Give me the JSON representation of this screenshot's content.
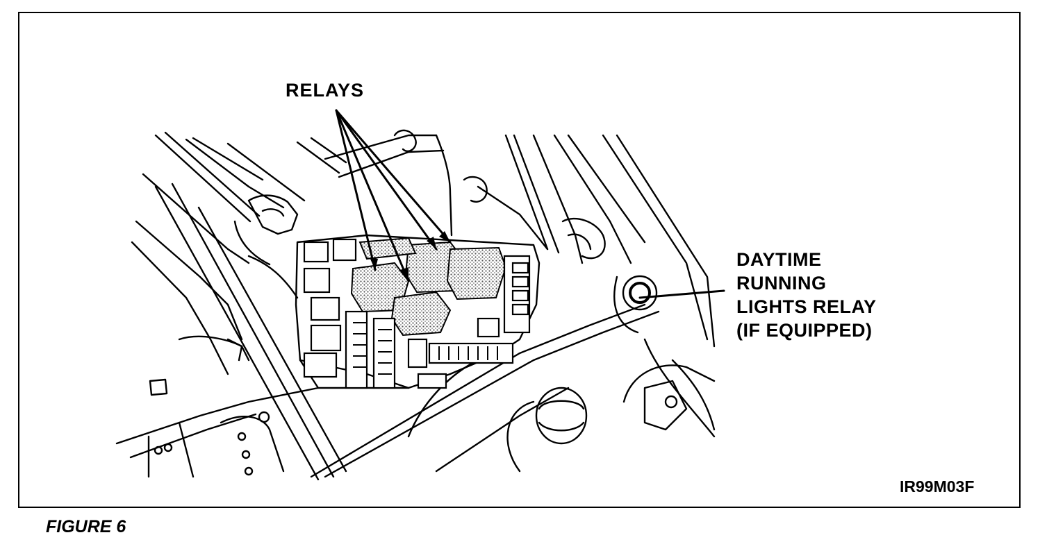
{
  "labels": {
    "relays": "RELAYS",
    "drl": [
      "DAYTIME",
      "RUNNING",
      "LIGHTS RELAY",
      "(IF EQUIPPED)"
    ],
    "code": "IR99M03F"
  },
  "caption": "FIGURE 6",
  "colors": {
    "ink": "#000000",
    "paper": "#ffffff",
    "stipple": "#6a6a6a"
  }
}
